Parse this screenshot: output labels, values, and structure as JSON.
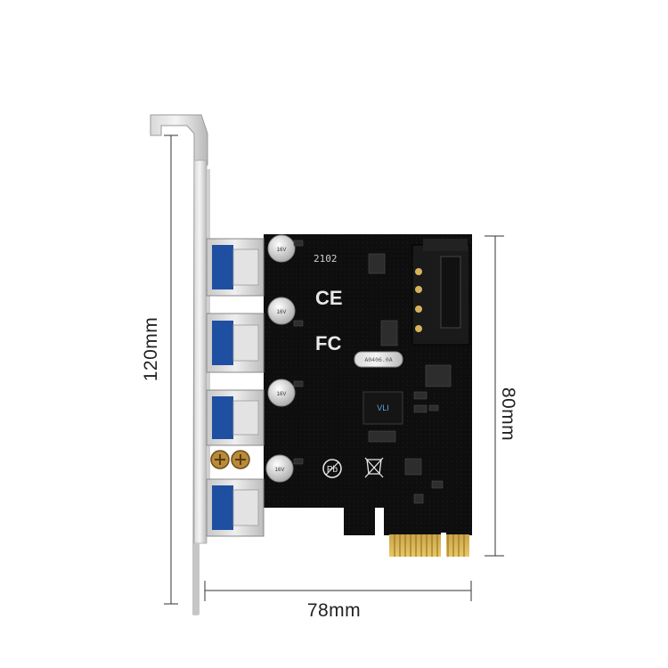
{
  "dimensions": {
    "height": "120mm",
    "depth": "80mm",
    "width": "78mm"
  },
  "board": {
    "silkscreen_code": "2102",
    "crystal_label": "A0406.0A",
    "marks": {
      "ce": "CE",
      "fc": "FC",
      "pb": "Pb",
      "weee": "WEEE"
    },
    "capacitor_label": "16V",
    "usb_port_count": 4
  }
}
